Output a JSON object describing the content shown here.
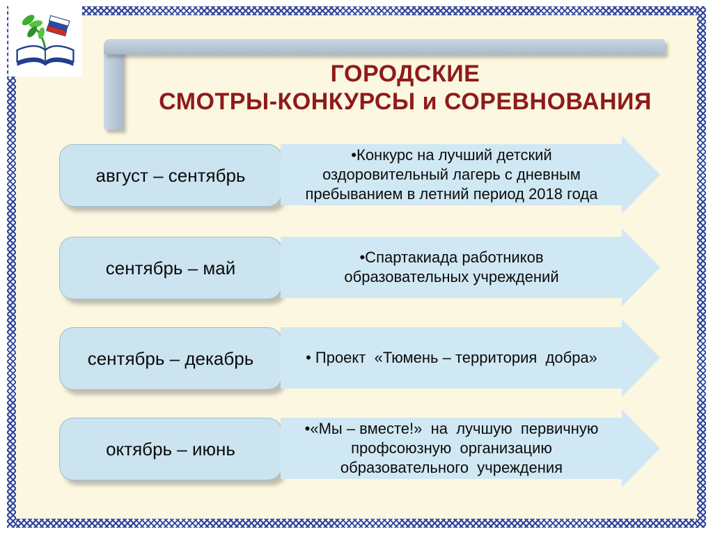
{
  "slide": {
    "title_line1": "ГОРОДСКИЕ",
    "title_line2": "СМОТРЫ-КОНКУРСЫ и СОРЕВНОВАНИЯ"
  },
  "rows": [
    {
      "period": "август – сентябрь",
      "text": "•Конкурс на лучший детский\nоздоровительный лагерь с дневным\nпребыванием в летний период 2018 года"
    },
    {
      "period": "сентябрь – май",
      "text": "•Спартакиада работников\nобразовательных учреждений"
    },
    {
      "period": "сентябрь – декабрь",
      "text": "• Проект  «Тюмень – территория  добра»"
    },
    {
      "period": "октябрь – июнь",
      "text": "•«Мы – вместе!»  на  лучшую  первичную\nпрофсоюзную  организацию\nобразовательного  учреждения"
    }
  ],
  "logo": {
    "name": "education-union-emblem"
  },
  "colors": {
    "title_color": "#8e1b1b",
    "slide_bg": "#fcf7e0",
    "box_fill": "#cbe4f0",
    "arrow_fill": "#d0e8f3",
    "frame_blue": "#2e4496",
    "ribbon_light": "#ccd8e4",
    "ribbon_dark": "#a9bacb"
  }
}
